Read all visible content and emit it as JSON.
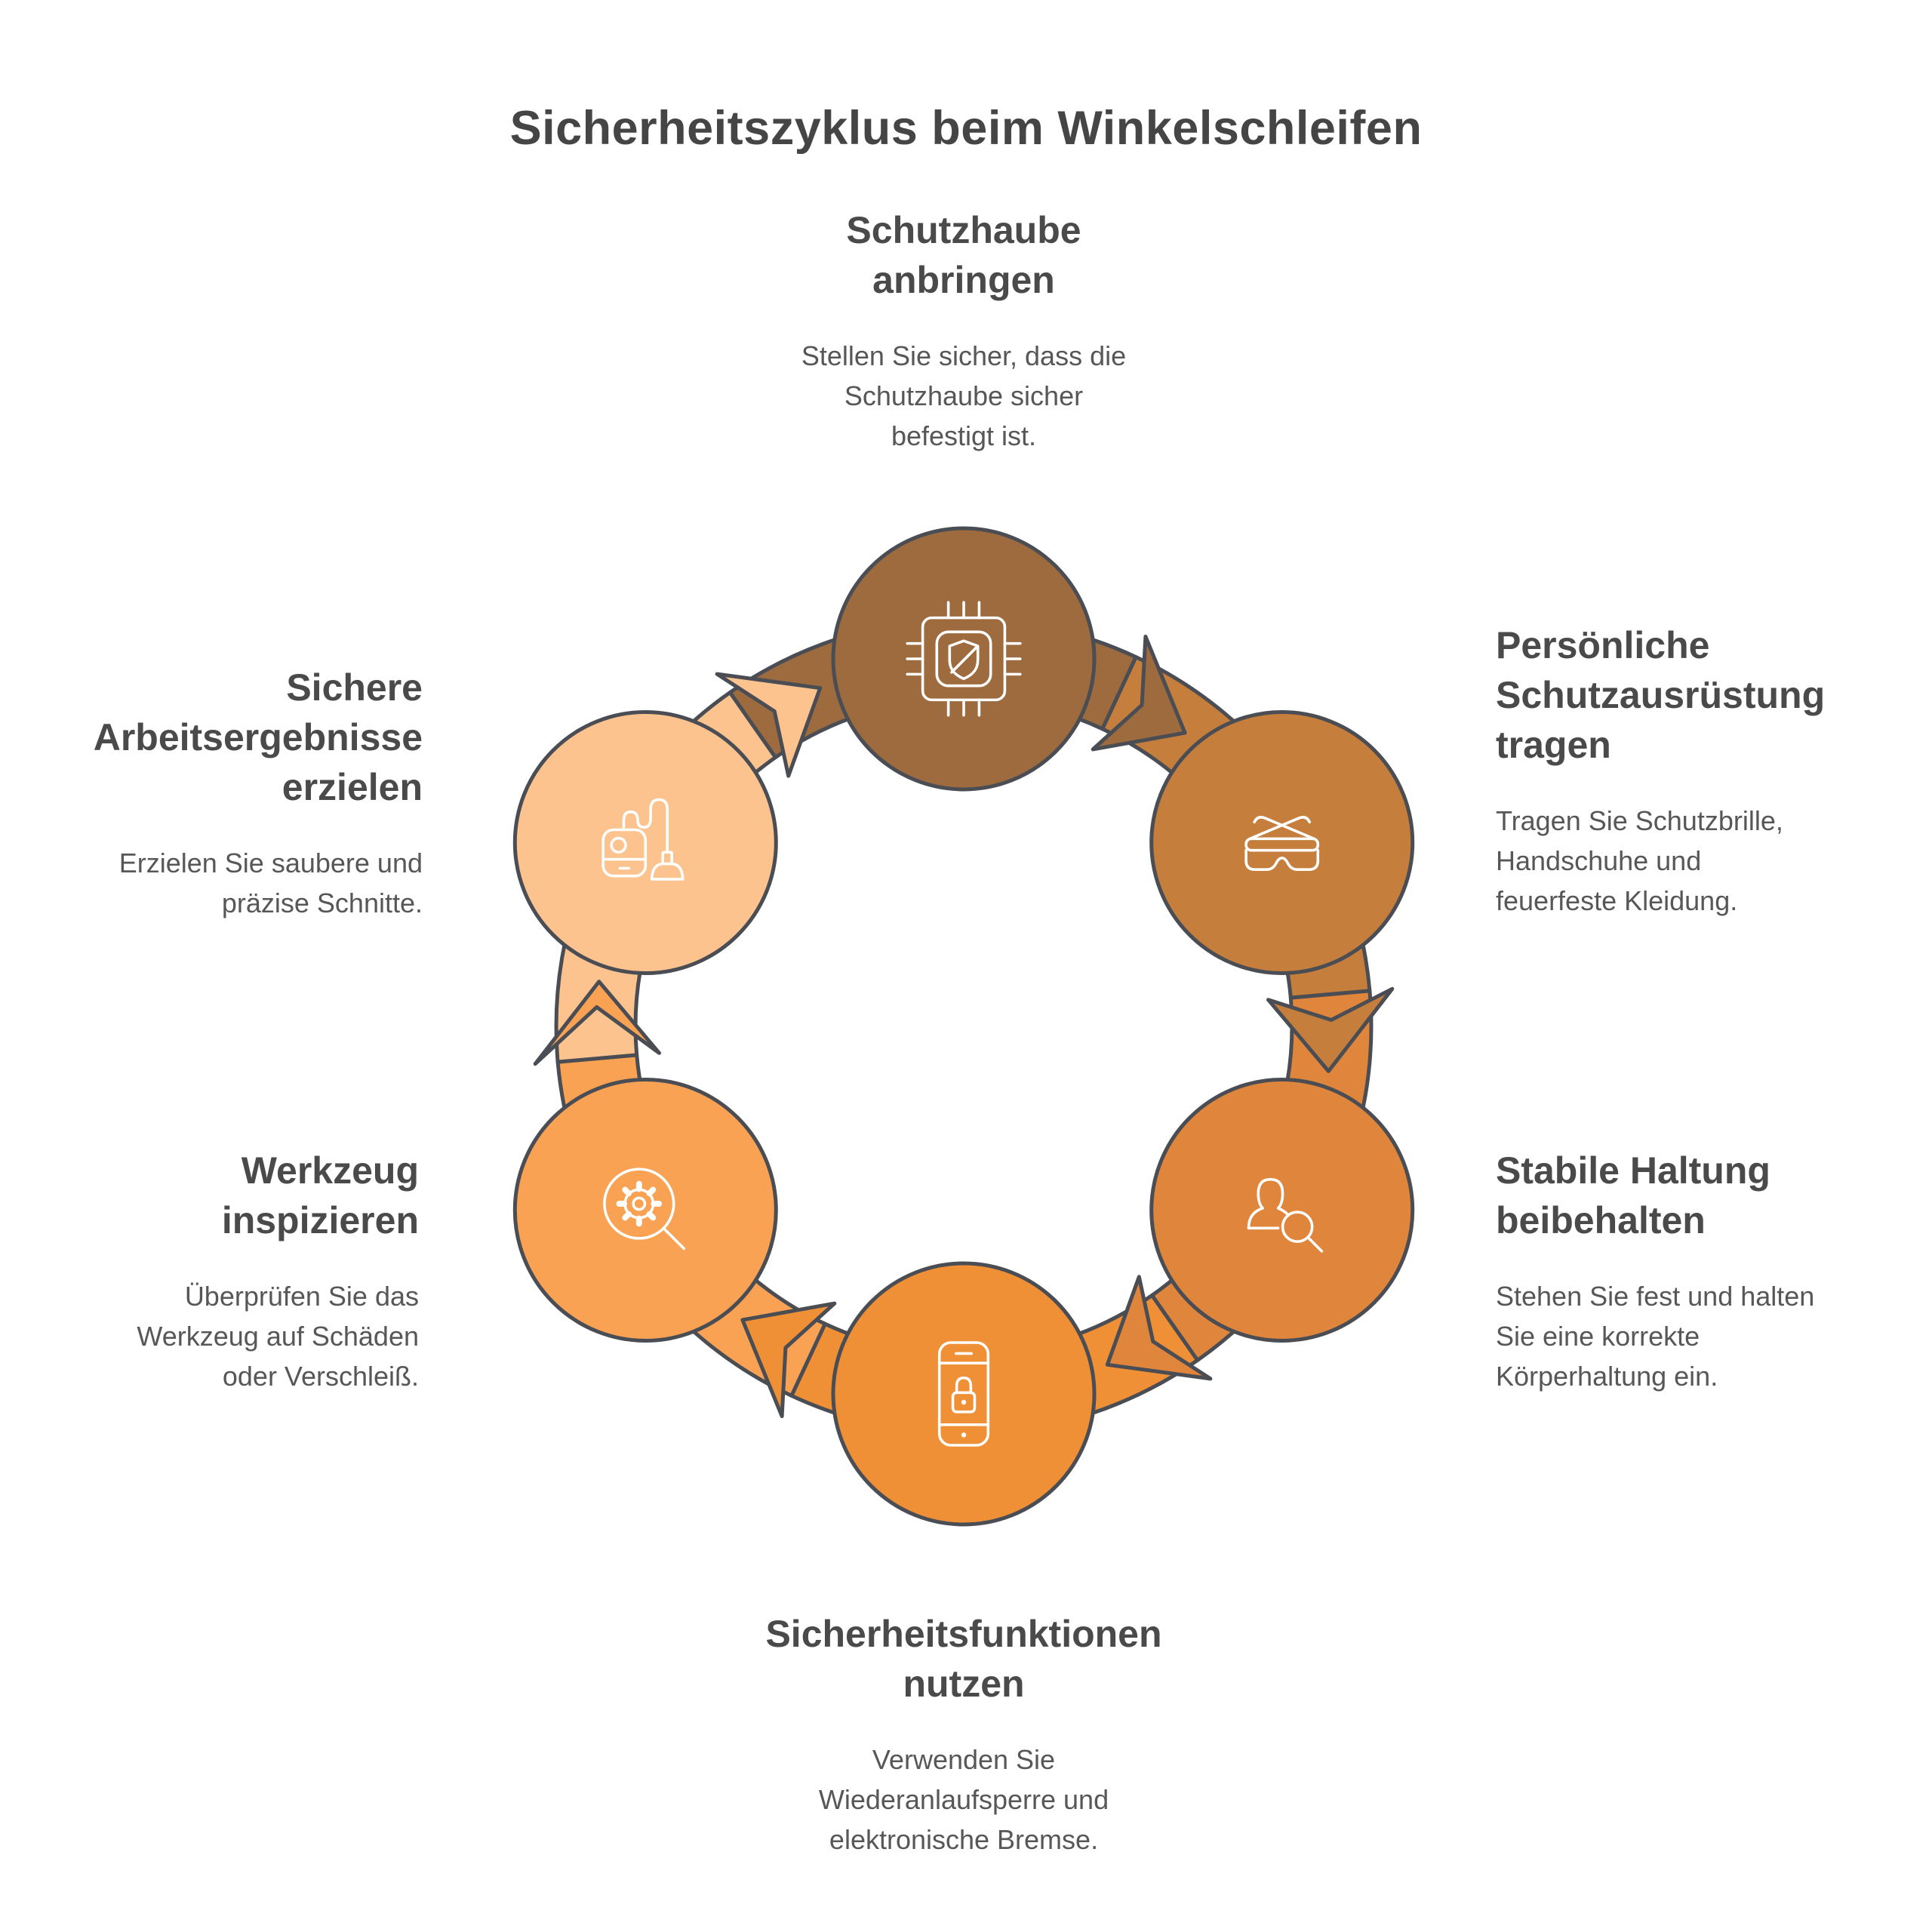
{
  "title": "Sicherheitszyklus beim Winkelschleifen",
  "theme": {
    "background": "#ffffff",
    "outline": "#4a4e54",
    "icon_stroke": "#ffffff",
    "title_color": "#454545",
    "heading_color": "#4a4a4a",
    "body_color": "#575757"
  },
  "steps": [
    {
      "title": "Schutzhaube\nanbringen",
      "description": "Stellen Sie sicher, dass die\nSchutzhaube sicher\nbefestigt ist.",
      "color": "#9e6b3e",
      "icon": "chip-shield-icon"
    },
    {
      "title": "Persönliche\nSchutzausrüstung\ntragen",
      "description": "Tragen Sie Schutzbrille,\nHandschuhe und\nfeuerfeste Kleidung.",
      "color": "#c67e3c",
      "icon": "safety-goggles-icon"
    },
    {
      "title": "Stabile Haltung\nbeibehalten",
      "description": "Stehen Sie fest und halten\nSie eine korrekte\nKörperhaltung ein.",
      "color": "#e0863c",
      "icon": "person-magnifier-icon"
    },
    {
      "title": "Sicherheitsfunktionen\nnutzen",
      "description": "Verwenden Sie\nWiederanlaufsperre und\nelektronische Bremse.",
      "color": "#ef9037",
      "icon": "phone-lock-icon"
    },
    {
      "title": "Werkzeug\ninspizieren",
      "description": "Überprüfen Sie das\nWerkzeug auf Schäden\noder Verschleiß.",
      "color": "#f9a254",
      "icon": "gear-magnifier-icon"
    },
    {
      "title": "Sichere\nArbeitsergebnisse\nerzielen",
      "description": "Erzielen Sie saubere und\npräzise Schnitte.",
      "color": "#fcc38f",
      "icon": "vacuum-cleaner-icon"
    }
  ]
}
